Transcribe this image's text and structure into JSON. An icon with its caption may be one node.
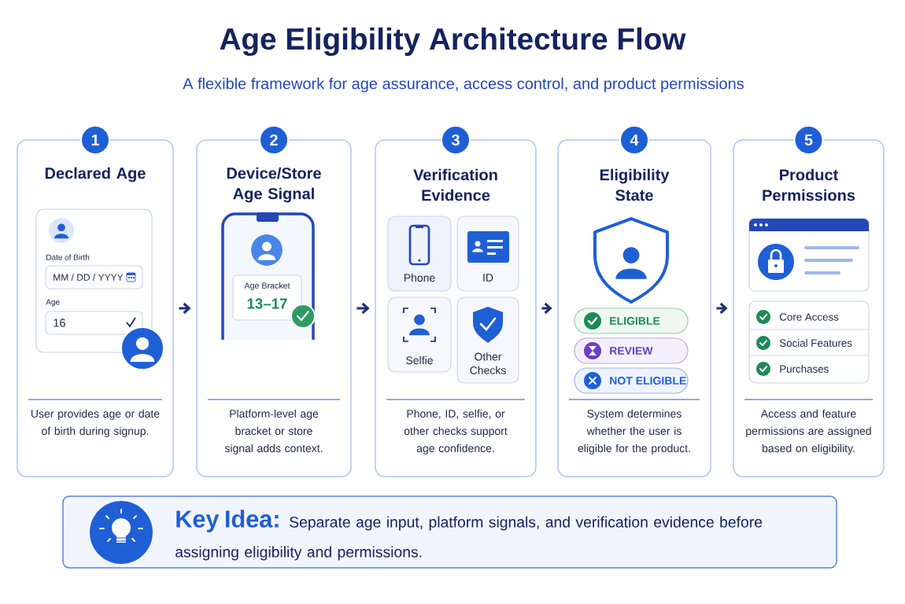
{
  "diagram": {
    "title": "Age Eligibility Architecture Flow",
    "nodes": [
      {
        "text": [
          "1",
          "Declared Age",
          "User provides age or date of birth during signup."
        ]
      },
      {
        "text": [
          "Date of Birth",
          "Age"
        ],
        "in": 0
      },
      {
        "text": [
          "MM / DD / YYYY"
        ],
        "in": 1
      },
      {
        "text": [
          "16"
        ],
        "in": 1
      },
      {
        "text": [
          "2",
          "Device/Store Age Signal",
          "Platform-level age bracket or store signal adds context."
        ]
      },
      {
        "text": [
          "Age Bracket",
          "13–17"
        ],
        "in": 4
      },
      {
        "text": [
          "3",
          "Verification Evidence",
          "Phone, ID, selfie, or other checks support age confidence."
        ]
      },
      {
        "text": [
          "Phone"
        ],
        "in": 6
      },
      {
        "text": [
          "ID"
        ],
        "in": 6
      },
      {
        "text": [
          "Selfie"
        ],
        "in": 6
      },
      {
        "text": [
          "Other Checks"
        ],
        "in": 6
      },
      {
        "text": [
          "4",
          "Eligibility State",
          "System determines whether the user is eligible for the product."
        ]
      },
      {
        "text": [
          "ELIGIBLE"
        ],
        "in": 11
      },
      {
        "text": [
          "REVIEW"
        ],
        "in": 11
      },
      {
        "text": [
          "NOT ELIGIBLE"
        ],
        "in": 11
      },
      {
        "text": [
          "5",
          "Product Permissions",
          "Access and feature permissions are assigned based on eligibility."
        ]
      },
      {
        "text": [
          "Core Access",
          "Social Features",
          "Purchases"
        ],
        "in": 15
      },
      {
        "text": [
          "Key Idea:",
          "Separate age input, platform signals, and verification evidence before assigning eligibility and permissions."
        ]
      }
    ],
    "edges": [
      {
        "from": 0,
        "to": 4,
        "arrow": "to"
      },
      {
        "from": 4,
        "to": 6,
        "arrow": "to"
      },
      {
        "from": 6,
        "to": 11,
        "arrow": "to"
      },
      {
        "from": 11,
        "to": 15,
        "arrow": "to"
      }
    ],
    "labels": [
      "A flexible framework for age assurance, access control, and product permissions"
    ]
  }
}
